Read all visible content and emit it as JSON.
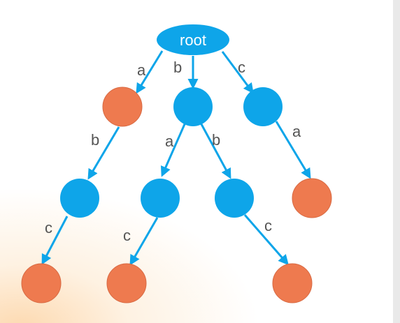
{
  "tree": {
    "root_label": "root",
    "colors": {
      "internal": "#0ea5e9",
      "terminal": "#ee7a4f",
      "edge": "#0ea5e9",
      "label": "#555555"
    },
    "edge_labels": {
      "root_a": "a",
      "root_b": "b",
      "root_c": "c",
      "a_b": "b",
      "b_a": "a",
      "b_b": "b",
      "c_a": "a",
      "ab_c": "c",
      "ba_c": "c",
      "bb_c": "c"
    }
  }
}
